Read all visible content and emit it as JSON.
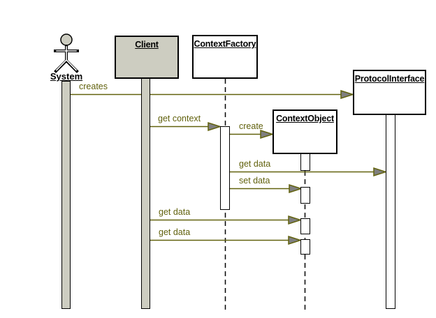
{
  "diagram": {
    "kind": "uml-sequence-diagram",
    "participants": [
      {
        "id": "system",
        "label": "System",
        "type": "actor"
      },
      {
        "id": "client",
        "label": "Client",
        "type": "object",
        "fill": "#cdcdc1"
      },
      {
        "id": "contextfactory",
        "label": "ContextFactory",
        "type": "object",
        "fill": "#ffffff"
      },
      {
        "id": "contextobject",
        "label": "ContextObject",
        "type": "object",
        "fill": "#ffffff"
      },
      {
        "id": "protocolinterface",
        "label": "ProtocolInterface",
        "type": "object",
        "fill": "#ffffff"
      }
    ],
    "messages": [
      {
        "label": "creates",
        "from": "system",
        "to": "protocolinterface"
      },
      {
        "label": "get context",
        "from": "client",
        "to": "contextfactory"
      },
      {
        "label": "create",
        "from": "contextfactory",
        "to": "contextobject"
      },
      {
        "label": "get data",
        "from": "contextfactory",
        "to": "protocolinterface"
      },
      {
        "label": "set data",
        "from": "contextfactory",
        "to": "contextobject"
      },
      {
        "label": "get data",
        "from": "client",
        "to": "contextobject"
      },
      {
        "label": "get data",
        "from": "client",
        "to": "contextobject"
      }
    ],
    "colors": {
      "background": "#ffffff",
      "border": "#000000",
      "object_fill_gray": "#cdcdc1",
      "object_fill_white": "#ffffff",
      "message_line": "#62620e",
      "arrowhead_fill": "#7f7f7f"
    }
  }
}
